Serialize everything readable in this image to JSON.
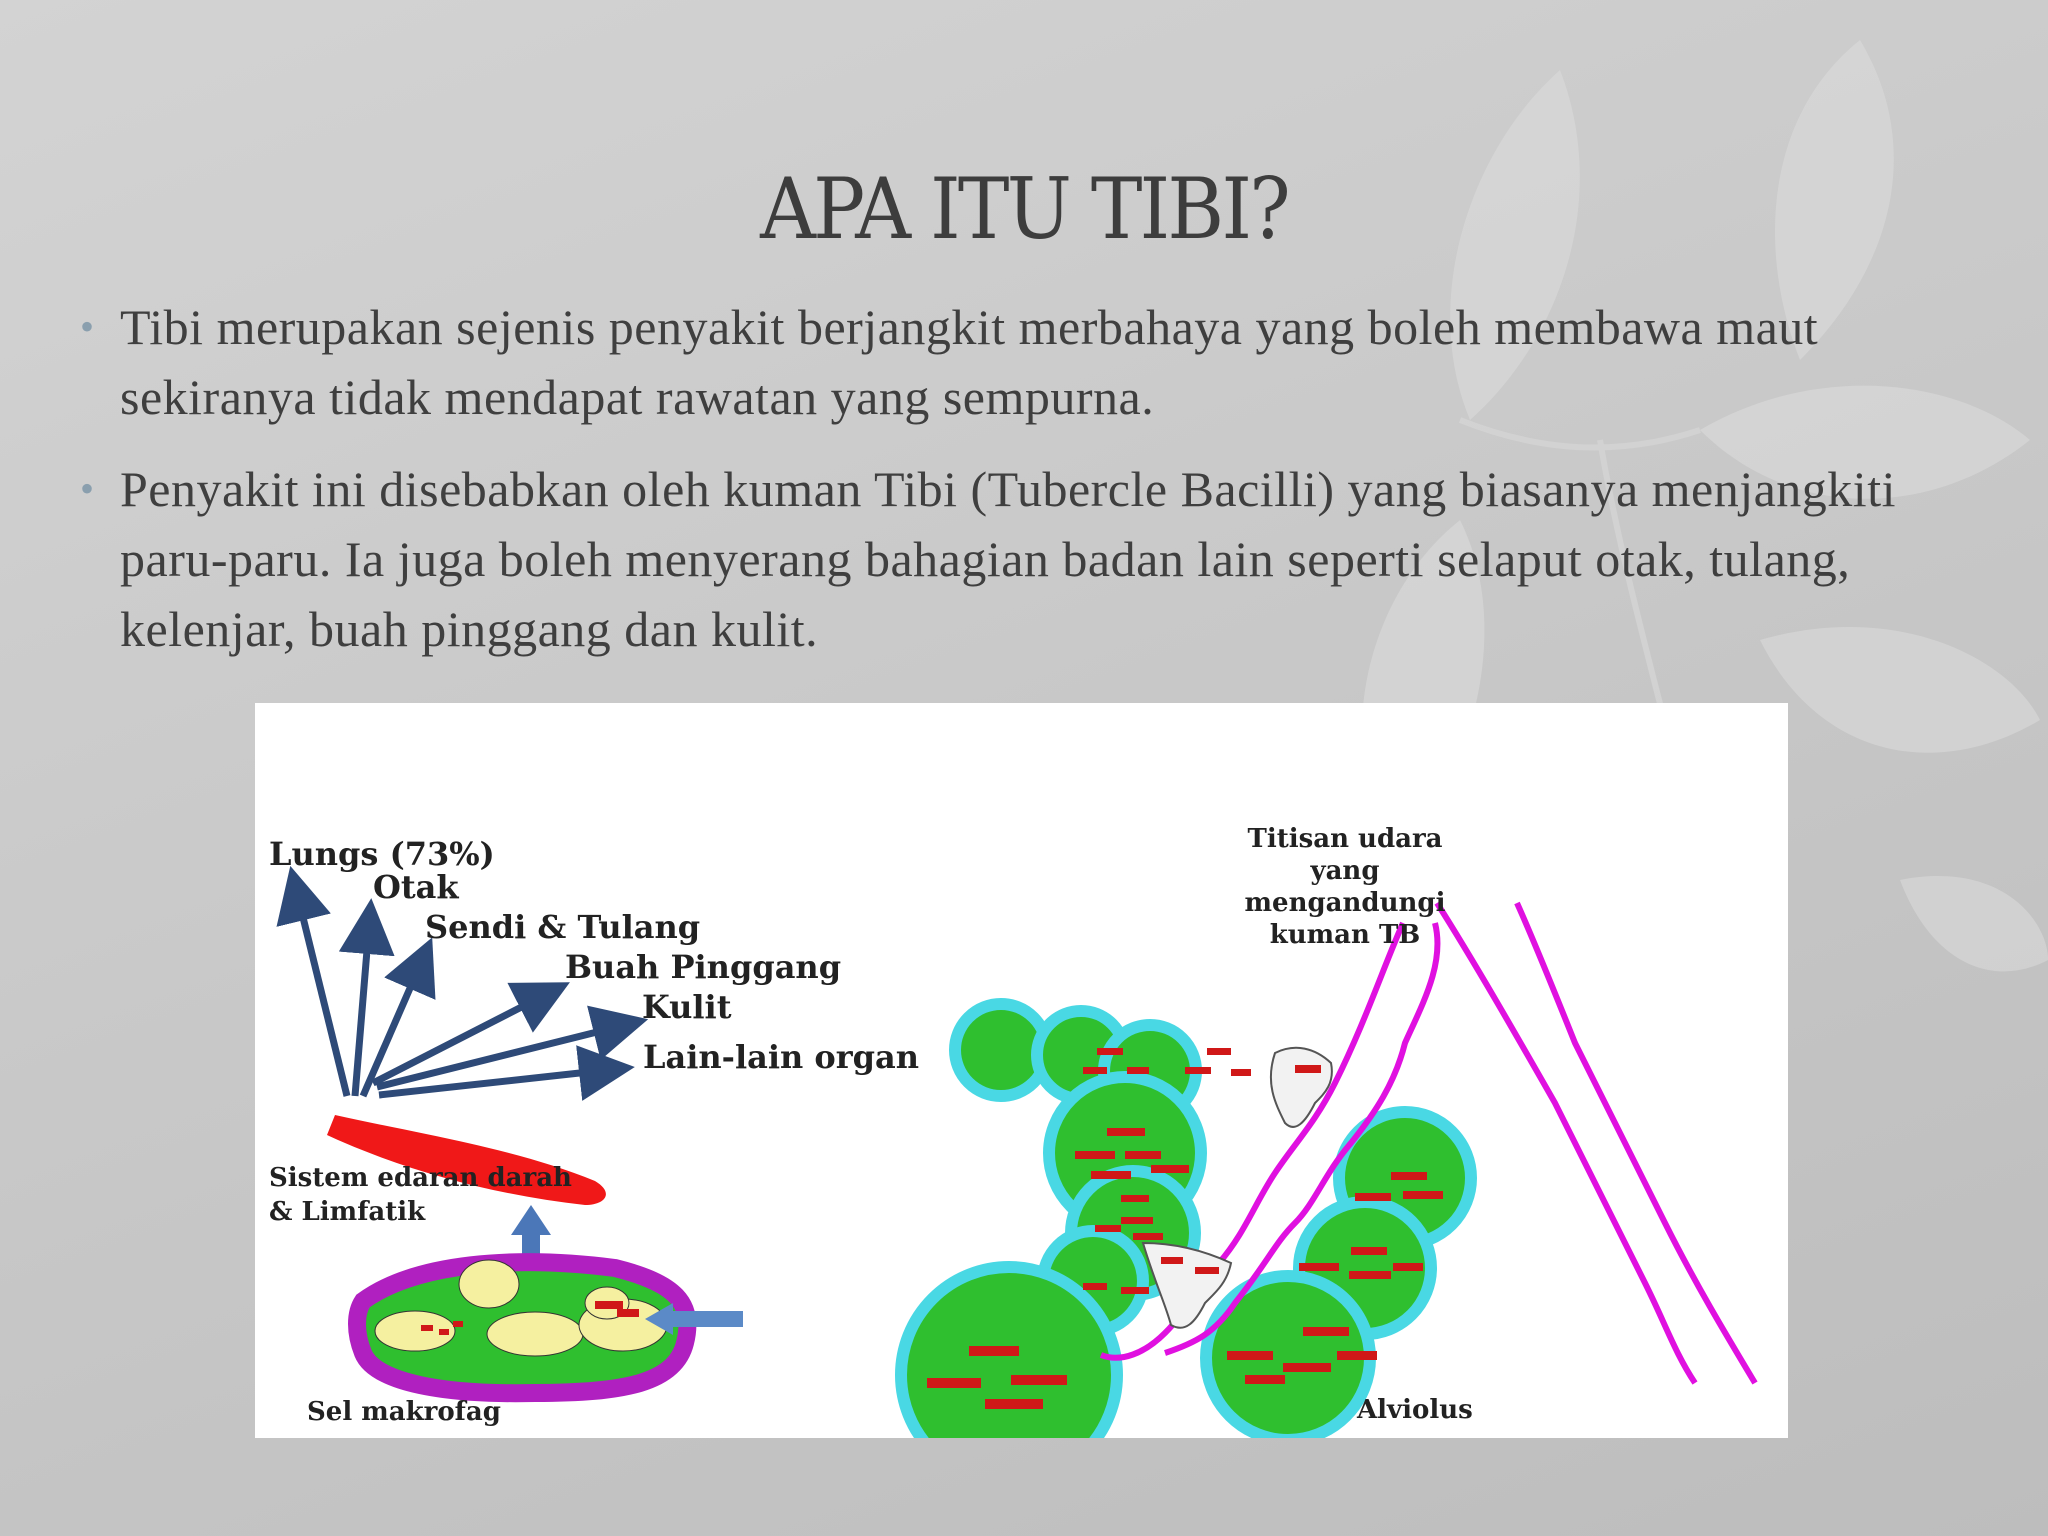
{
  "slide": {
    "title": "APA ITU TIBI?",
    "bullets": [
      {
        "icon": "bullet-dot",
        "text": "Tibi merupakan sejenis penyakit berjangkit merbahaya yang boleh membawa maut sekiranya tidak mendapat rawatan yang sempurna."
      },
      {
        "icon": "bullet-dot",
        "text": " Penyakit ini disebabkan oleh kuman Tibi (Tubercle Bacilli) yang biasanya menjangkiti paru-paru. Ia juga boleh menyerang bahagian badan lain seperti selaput otak, tulang, kelenjar, buah pinggang dan kulit."
      }
    ]
  },
  "diagram": {
    "organs": [
      "Lungs (73%)",
      "Otak",
      "Sendi & Tulang",
      "Buah Pinggang",
      "Kulit",
      "Lain-lain organ"
    ],
    "circulation_label": "Sistem edaran darah\n& Limfatik",
    "macrophage_label": "Sel makrofag",
    "alveolus_label": "Alviolus",
    "droplet_label": "Titisan udara\nyang\nmengandungi\nkuman TB",
    "colors": {
      "arrow": "#2e4a78",
      "blood_vessel": "#f01818",
      "macrophage_border": "#b020c0",
      "cell_green": "#2fbf2f",
      "cell_ring": "#49d8e4",
      "bacteria": "#d01818",
      "airway": "#e010e0"
    }
  }
}
